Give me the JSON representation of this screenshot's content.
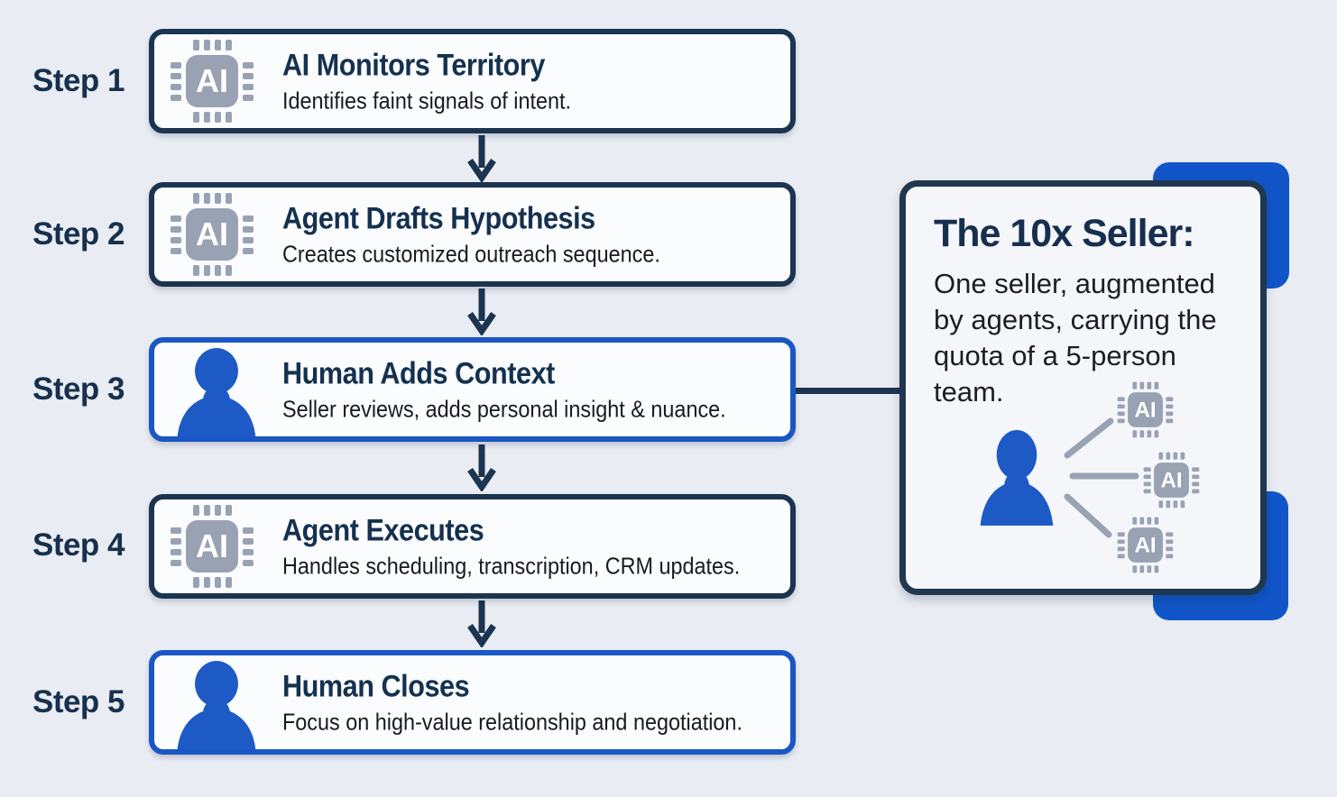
{
  "colors": {
    "background": "#e9ecf2",
    "navy_border": "#1b3450",
    "navy_text": "#17304d",
    "human_blue_border": "#1a57c4",
    "person_blue": "#1d5ac6",
    "accent_blue_deco": "#1155c8",
    "chip_gray": "#98a2b3",
    "box_background": "#fbfcfe",
    "panel_background": "#f4f6fa"
  },
  "icons": {
    "ai_chip_label": "AI",
    "ai_icon_name": "ai-chip-icon",
    "human_icon_name": "person-icon",
    "arrow_icon_name": "arrow-down-icon"
  },
  "steps": [
    {
      "label": "Step 1",
      "title": "AI Monitors Territory",
      "subtitle": "Identifies faint signals of intent.",
      "icon": "ai-chip"
    },
    {
      "label": "Step 2",
      "title": "Agent Drafts Hypothesis",
      "subtitle": "Creates customized outreach sequence.",
      "icon": "ai-chip"
    },
    {
      "label": "Step 3",
      "title": "Human Adds Context",
      "subtitle": "Seller reviews, adds personal insight & nuance.",
      "icon": "person"
    },
    {
      "label": "Step 4",
      "title": "Agent Executes",
      "subtitle": "Handles scheduling, transcription, CRM updates.",
      "icon": "ai-chip"
    },
    {
      "label": "Step 5",
      "title": "Human Closes",
      "subtitle": "Focus on high-value relationship and negotiation.",
      "icon": "person"
    }
  ],
  "panel": {
    "title": "The 10x Seller:",
    "body": "One seller, augmented by agents, carrying the quota of a 5-person team.",
    "body_lines": [
      "One seller, augmented",
      "by agents, carrying the",
      "quota of a 5-person",
      "team."
    ]
  }
}
